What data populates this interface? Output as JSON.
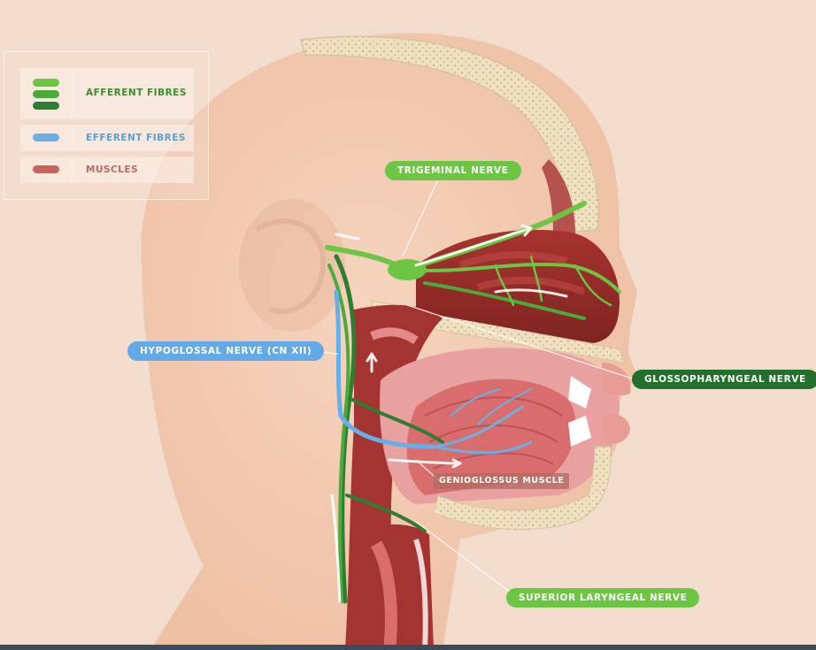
{
  "legend": {
    "afferent": {
      "label": "AFFERENT FIBRES",
      "colors": [
        "#6cc644",
        "#4caa3a",
        "#2e7d32"
      ]
    },
    "efferent": {
      "label": "EFFERENT FIBRES",
      "color": "#6aaee6"
    },
    "muscles": {
      "label": "MUSCLES",
      "color": "#c8625e"
    }
  },
  "labels": {
    "trigeminal": "TRIGEMINAL NERVE",
    "glossopharyngeal": "GLOSSOPHARYNGEAL NERVE",
    "hypoglossal": "HYPOGLOSSAL NERVE (CN XII)",
    "genioglossus": "GENIOGLOSSUS MUSCLE",
    "superior_laryngeal": "SUPERIOR LARYNGEAL NERVE"
  },
  "colors": {
    "background": "#f1dccd",
    "skin": "#f2c4a8",
    "muscle": "#9e2f2c",
    "mucosa": "#e48a8a",
    "bone": "#efe0c2",
    "afferent_light": "#6cc644",
    "afferent_dark": "#2e7d32",
    "efferent": "#6aaee6",
    "label_light_green": "#6cc644",
    "label_dark_green": "#23702d",
    "label_blue": "#63a9e8",
    "label_muscle": "#b06a62"
  }
}
